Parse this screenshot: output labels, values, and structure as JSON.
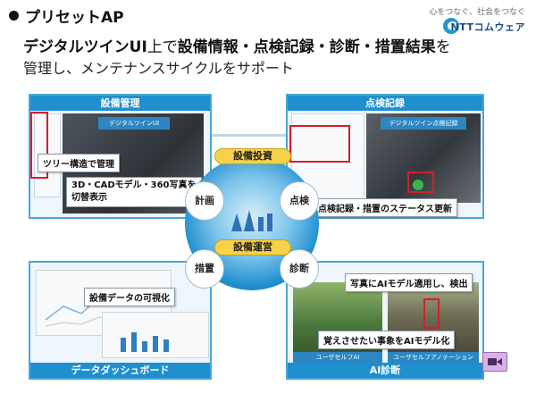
{
  "header": {
    "title": "プリセットAP",
    "headline_prefix": "デジタルツインUI",
    "headline_mid": "上で",
    "headline_bold": "設備情報・点検記録・診断・措置結果",
    "headline_suffix": "を",
    "subline": "管理し、メンテナンスサイクルをサポート"
  },
  "brand": {
    "tagline": "心をつなぐ、社会をつなぐ",
    "logo_text": "NTTコムウェア"
  },
  "quadrants": {
    "tl": {
      "title": "設備管理",
      "screen_caption": "デジタルツインUI",
      "callout1": "ツリー構造で管理",
      "callout2_line1": "3D・CADモデル・360写真を",
      "callout2_line2": "切替表示"
    },
    "tr": {
      "title": "点検記録",
      "screen_caption": "デジタルツイン点検記録",
      "callout": "点検記録・措置のステータス更新"
    },
    "bl": {
      "title": "データダッシュボード",
      "callout": "設備データの可視化"
    },
    "br": {
      "title": "AI診断",
      "callout1": "写真にAIモデル適用し、検出",
      "callout2": "覚えさせたい事象をAIモデル化",
      "caption_left": "ユーザセルフAI",
      "caption_right": "ユーザセルフアノテーション"
    }
  },
  "cycle": {
    "top_pill": "設備投資",
    "mid_pill": "設備運営",
    "petals": [
      "計画",
      "点検",
      "措置",
      "診断"
    ]
  },
  "colors": {
    "accent_blue": "#1f8fcf",
    "callout_red": "#d41f2a",
    "pill_yellow": "#f6d24a"
  }
}
